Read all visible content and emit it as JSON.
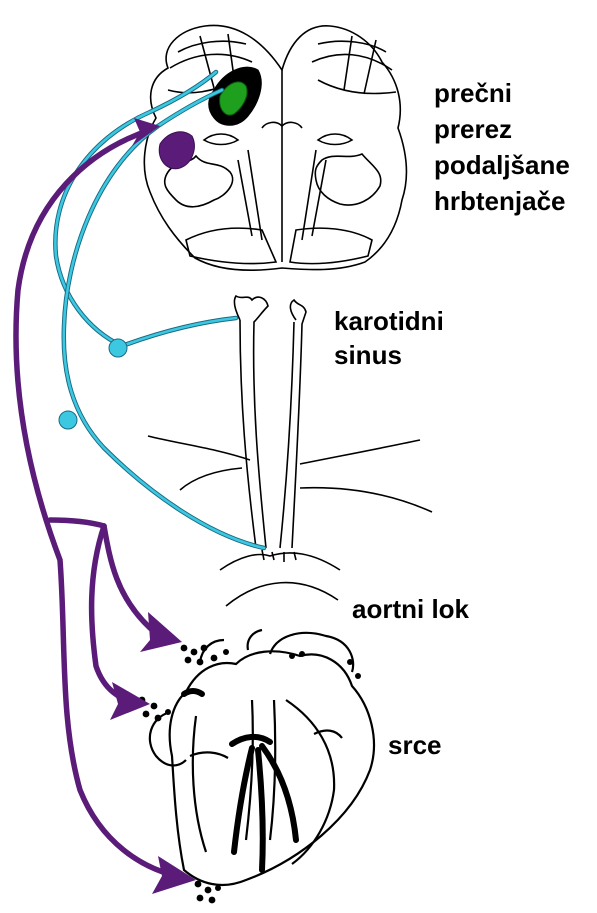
{
  "labels": {
    "medulla_line1": "prečni",
    "medulla_line2": "prerez",
    "medulla_line3": "podaljšane",
    "medulla_line4": "hrbtenjače",
    "carotid_line1": "karotidni",
    "carotid_line2": "sinus",
    "aortic_arch": "aortni lok",
    "heart": "srce"
  },
  "colors": {
    "afferent_nerve": "#3cc8e0",
    "efferent_nerve": "#5a1c78",
    "nucleus_green": "#1ea01e",
    "outline": "#000000"
  }
}
